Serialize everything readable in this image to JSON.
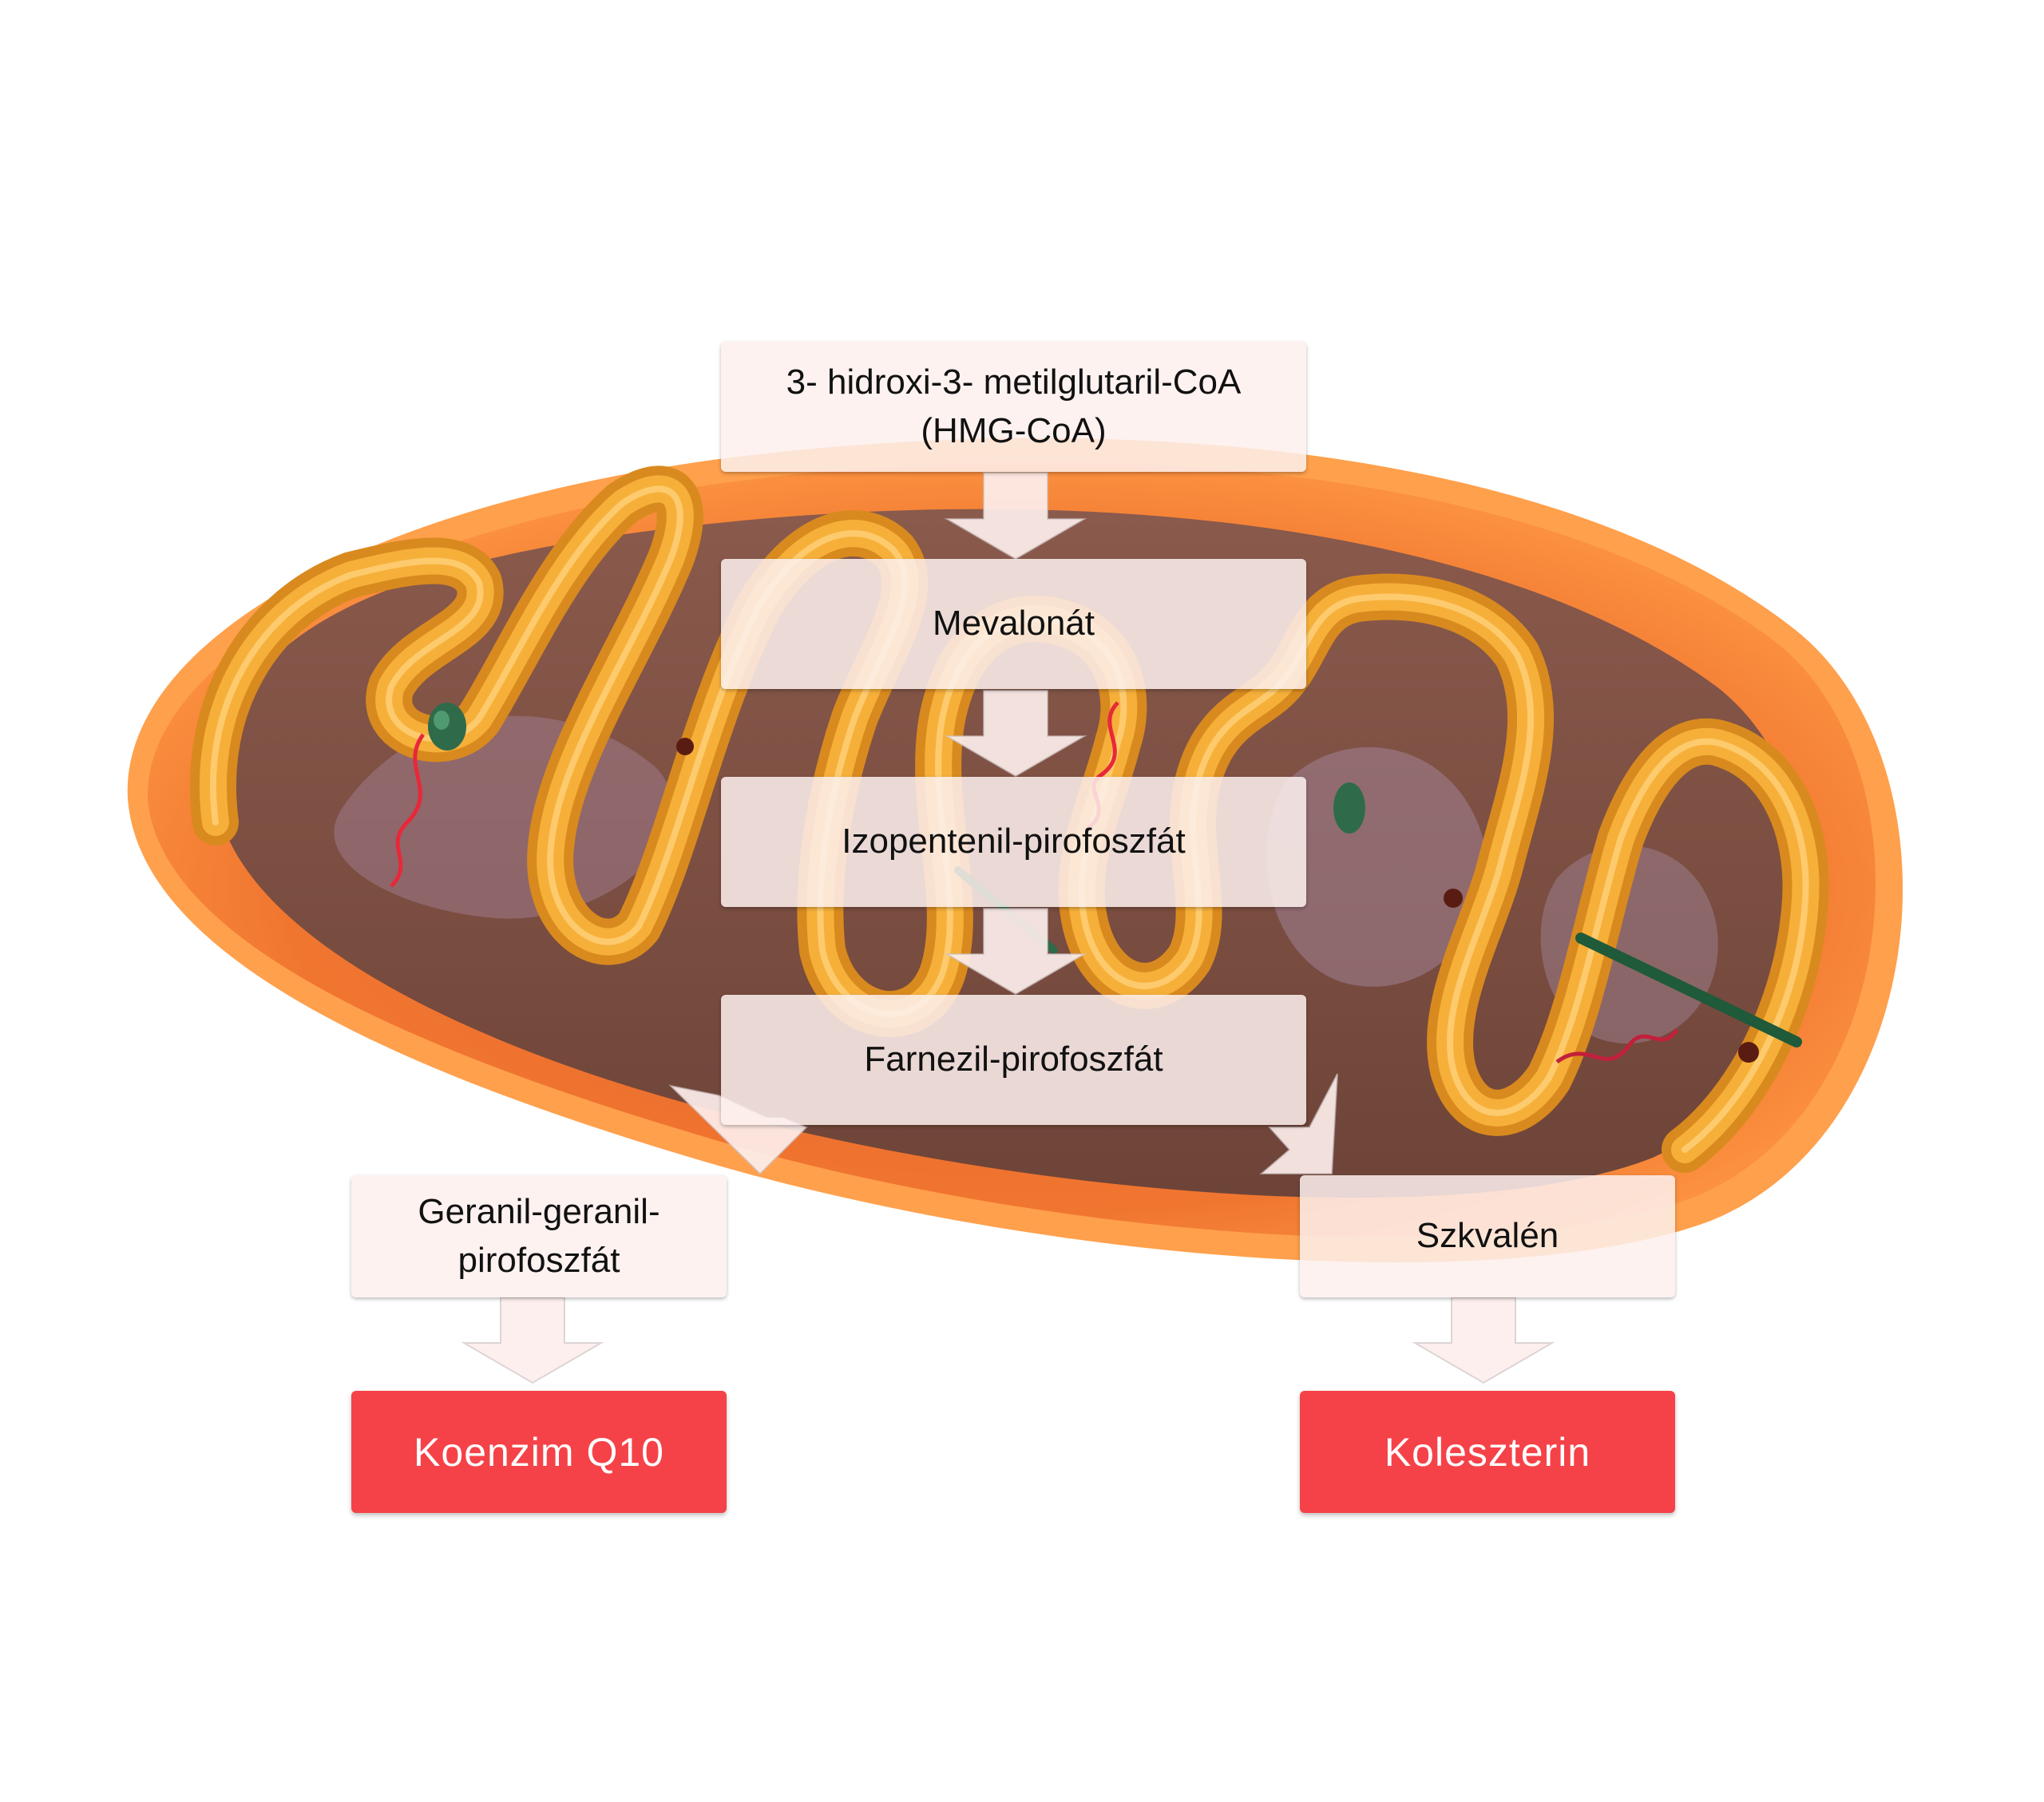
{
  "diagram": {
    "steps": [
      {
        "line1": "3- hidroxi-3- metilglutaril-CoA",
        "line2": "(HMG-CoA)"
      },
      {
        "line1": "Mevalonát"
      },
      {
        "line1": "Izopentenil-pirofoszfát"
      },
      {
        "line1": "Farnezil-pirofoszfát"
      }
    ],
    "branches": {
      "left": {
        "line1": "Geranil-geranil-",
        "line2": "pirofoszfát",
        "product": "Koenzim Q10"
      },
      "right": {
        "line1": "Szkvalén",
        "product": "Koleszterin"
      }
    }
  },
  "colors": {
    "product_box": "#f54248",
    "step_box": "#fdf0ee",
    "outer_membrane": "#ff8a2a",
    "inner_membrane": "#f5a830",
    "matrix": "#7a4a3c"
  },
  "icons": [
    "mitochondrion-illustration"
  ]
}
